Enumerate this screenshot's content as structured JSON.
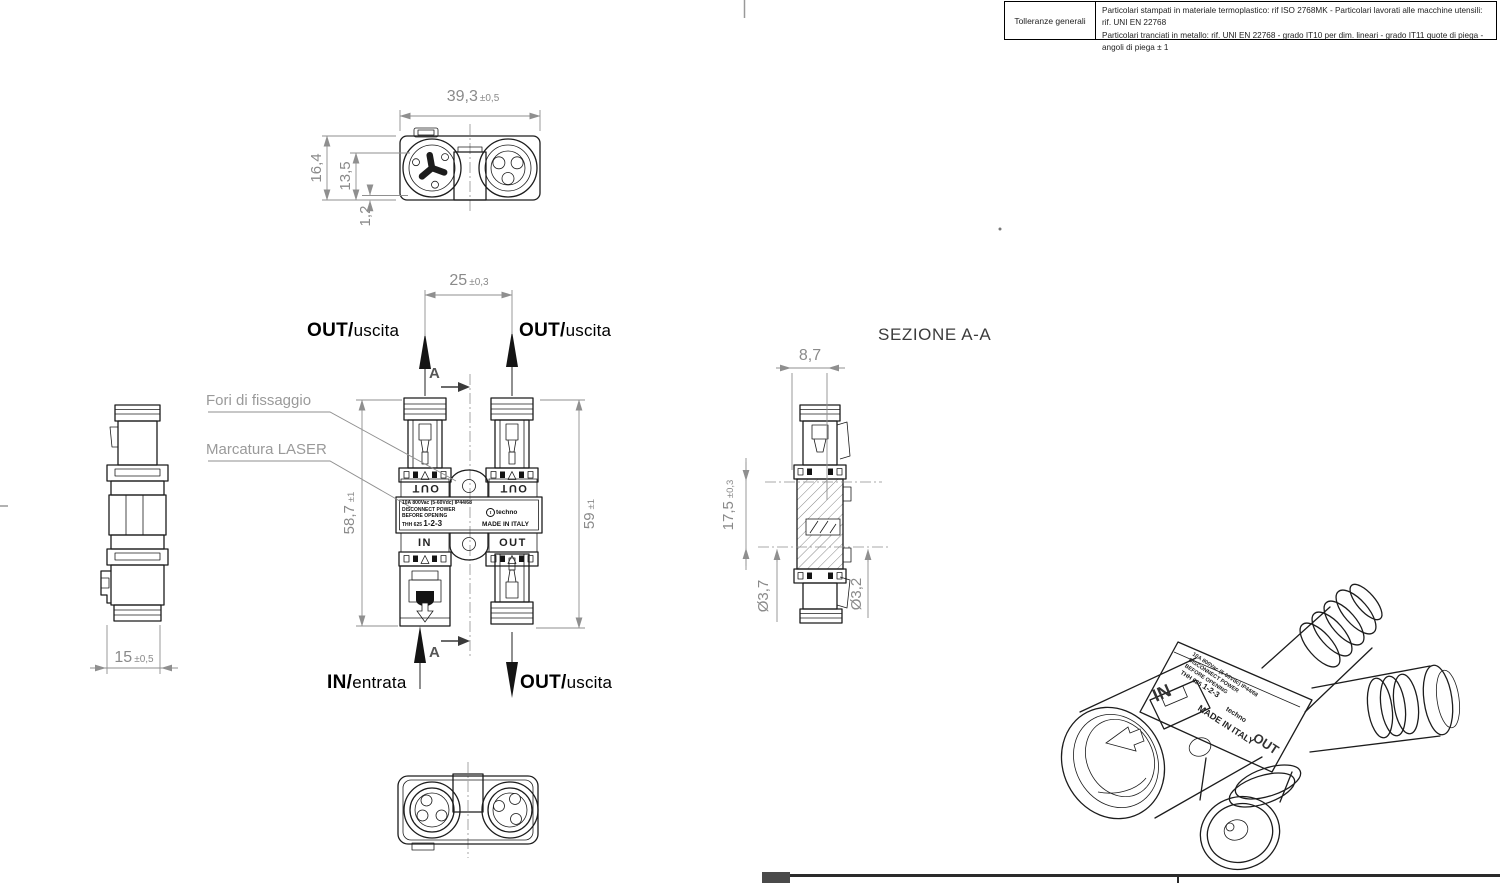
{
  "tolerance_table": {
    "label": "Tolleranze  generali",
    "note_line1": "Particolari stampati in materiale termoplastico: rif ISO 2768MK  - Particolari lavorati alle macchine utensili: rif. UNI EN 22768",
    "note_line2": "Particolari tranciati in metallo: rif. UNI EN 22768 - grado IT10 per dim. lineari - grado IT11 quote di piega - angoli di piega  ± 1"
  },
  "labels": {
    "out_bold": "OUT/",
    "out_light": "uscita",
    "in_bold": "IN/",
    "in_light": "entrata",
    "section_letter": "A",
    "callout_fixing": "Fori di fissaggio",
    "callout_laser": "Marcatura LASER",
    "section_title": "SEZIONE A-A"
  },
  "dims": {
    "top_width": "39,3",
    "top_width_tol": "±0,5",
    "top_h1": "16,4",
    "top_h2": "13,5",
    "top_h3": "1,2",
    "front_pitch": "25",
    "front_pitch_tol": "±0,3",
    "front_left": "58,7",
    "front_left_tol": "±1",
    "front_right": "59",
    "front_right_tol": "±1",
    "side_width": "15",
    "side_width_tol": "±0,5",
    "section_top": "8,7",
    "section_height": "17,5",
    "section_height_tol": "±0,3",
    "section_hole_left": "Ø3,7",
    "section_hole_right": "Ø3,2"
  },
  "marking": {
    "line1": "10A 800Vac (5-60Vdc) IP44/68",
    "line2": "DISCONNECT POWER",
    "line3": "BEFORE OPENING",
    "line4_code": "THH 625",
    "line4_rev": "1-2-3",
    "brand_symbol": "t",
    "brand": "techno",
    "made_in": "MADE IN ITALY",
    "port_out": "OUT",
    "port_in": "IN"
  }
}
